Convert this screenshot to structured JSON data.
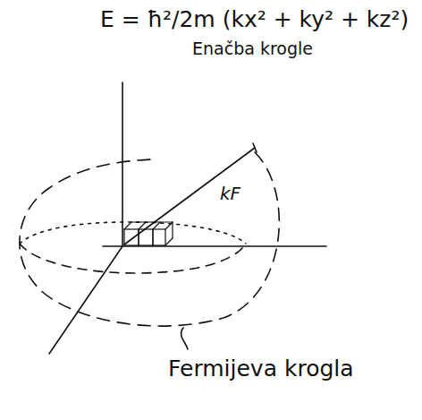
{
  "diagram": {
    "labels": [
      "E = ħ²/2m (kx² + ky² + kz²)",
      "Enačba krogle",
      "kF",
      "Fermijeva krogla"
    ]
  }
}
